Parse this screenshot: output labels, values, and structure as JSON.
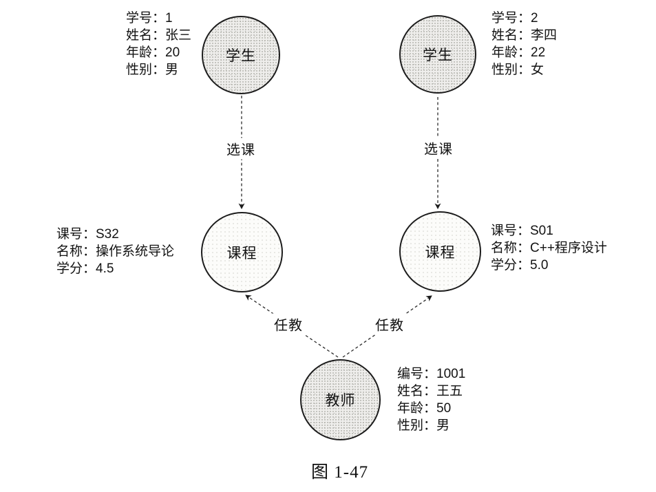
{
  "figure": {
    "caption": "图 1-47"
  },
  "colors": {
    "ink": "#1c1c1c",
    "node_shaded_fill": "#efeeec",
    "node_light_fill": "#fcfcfa",
    "background": "#ffffff"
  },
  "nodes": {
    "student1": {
      "label": "学生",
      "attrs": [
        "学号：1",
        "姓名：张三",
        "年龄：20",
        "性别：男"
      ]
    },
    "student2": {
      "label": "学生",
      "attrs": [
        "学号：2",
        "姓名：李四",
        "年龄：22",
        "性别：女"
      ]
    },
    "course1": {
      "label": "课程",
      "attrs": [
        "课号：S32",
        "名称：操作系统导论",
        "学分：4.5"
      ]
    },
    "course2": {
      "label": "课程",
      "attrs": [
        "课号：S01",
        "名称：C++程序设计",
        "学分：5.0"
      ]
    },
    "teacher": {
      "label": "教师",
      "attrs": [
        "编号：1001",
        "姓名：王五",
        "年龄：50",
        "性别：男"
      ]
    }
  },
  "edges": {
    "enroll1": {
      "label": "选课"
    },
    "enroll2": {
      "label": "选课"
    },
    "teach1": {
      "label": "任教"
    },
    "teach2": {
      "label": "任教"
    }
  }
}
